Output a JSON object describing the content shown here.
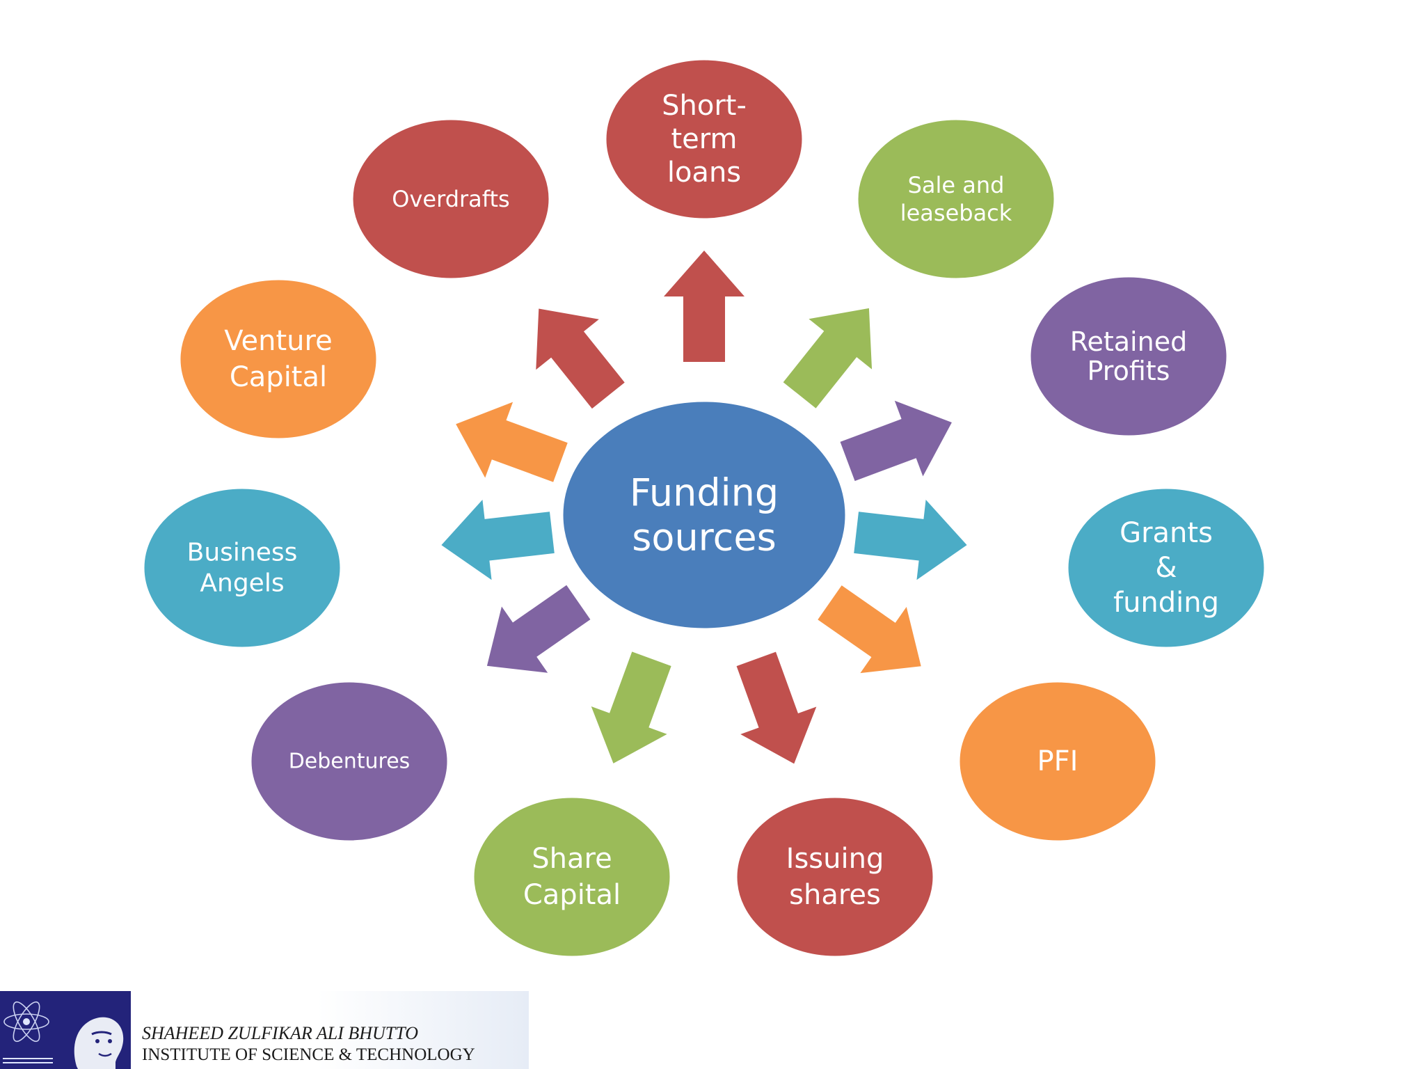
{
  "center": {
    "lines": [
      "Funding",
      "sources"
    ],
    "color": "#4a7ebb"
  },
  "nodes": [
    {
      "id": "short-term-loans",
      "lines": [
        "Short-",
        "term",
        "loans"
      ],
      "color": "#c0504d"
    },
    {
      "id": "sale-and-leaseback",
      "lines": [
        "Sale and",
        "leaseback"
      ],
      "color": "#9bbb59"
    },
    {
      "id": "retained-profits",
      "lines": [
        "Retained",
        "Profits"
      ],
      "color": "#8064a2"
    },
    {
      "id": "grants-and-funding",
      "lines": [
        "Grants",
        "&",
        "funding"
      ],
      "color": "#4bacc6"
    },
    {
      "id": "pfi",
      "lines": [
        "PFI"
      ],
      "color": "#f79646"
    },
    {
      "id": "issuing-shares",
      "lines": [
        "Issuing",
        "shares"
      ],
      "color": "#c0504d"
    },
    {
      "id": "share-capital",
      "lines": [
        "Share",
        "Capital"
      ],
      "color": "#9bbb59"
    },
    {
      "id": "debentures",
      "lines": [
        "Debentures"
      ],
      "color": "#8064a2"
    },
    {
      "id": "business-angels",
      "lines": [
        "Business",
        "Angels"
      ],
      "color": "#4bacc6"
    },
    {
      "id": "venture-capital",
      "lines": [
        "Venture",
        "Capital"
      ],
      "color": "#f79646"
    },
    {
      "id": "overdrafts",
      "lines": [
        "Overdrafts"
      ],
      "color": "#c0504d"
    }
  ],
  "footer": {
    "line1": "SHAHEED ZULFIKAR ALI BHUTTO",
    "line2": "INSTITUTE OF SCIENCE & TECHNOLOGY",
    "logo_color": "#23237a"
  }
}
